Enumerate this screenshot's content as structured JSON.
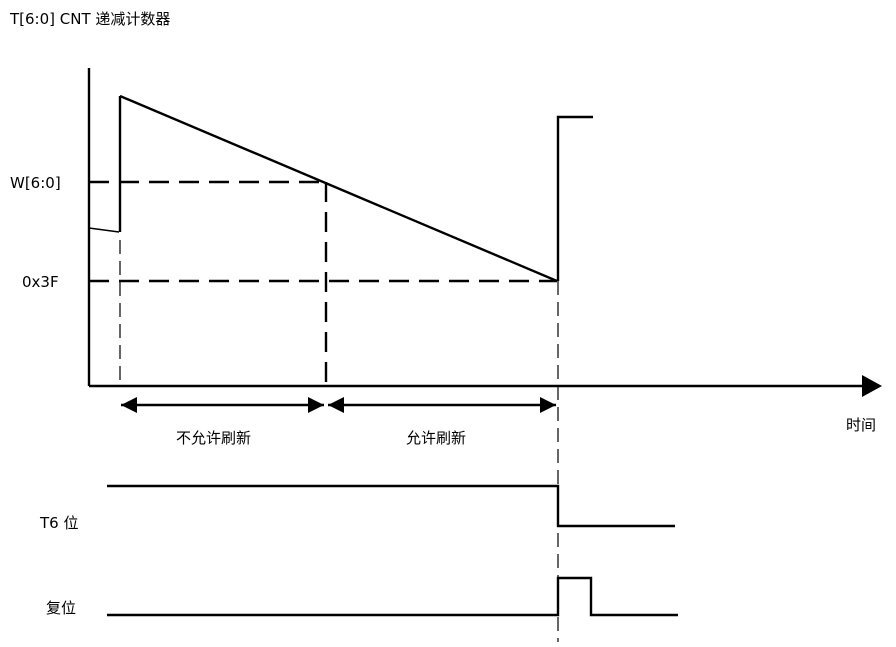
{
  "title": "T[6:0] CNT 递减计数器",
  "y_labels": {
    "window": "W[6:0]",
    "threshold": "0x3F"
  },
  "x_axis_label": "时间",
  "intervals": {
    "no_refresh": "不允许刷新",
    "refresh": "允许刷新"
  },
  "signals": {
    "t6": "T6 位",
    "reset": "复位"
  }
}
